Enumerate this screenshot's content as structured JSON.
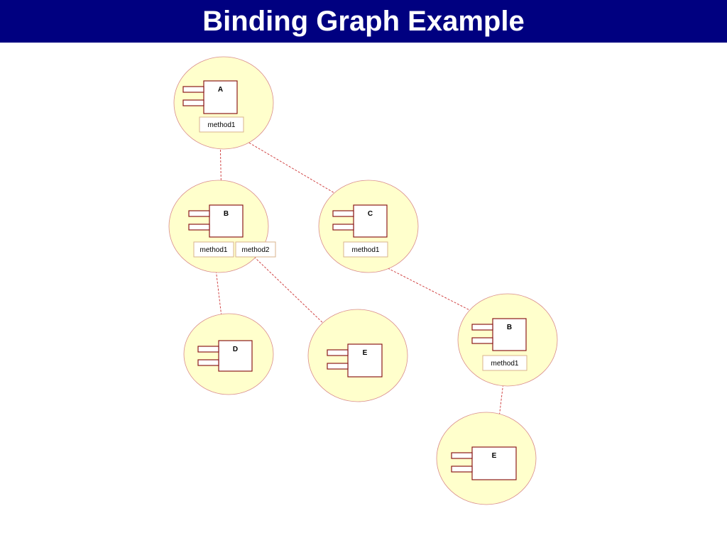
{
  "title": "Binding Graph Example",
  "colors": {
    "title_bar": "#000080",
    "title_text": "#ffffff",
    "node_fill": "#FFFFCC",
    "component_stroke": "#8B1A1A",
    "edge": "#CC3333"
  },
  "nodes": [
    {
      "id": "a",
      "component": "A",
      "methods": [
        "method1"
      ]
    },
    {
      "id": "b1",
      "component": "B",
      "methods": [
        "method1",
        "method2"
      ]
    },
    {
      "id": "c",
      "component": "C",
      "methods": [
        "method1"
      ]
    },
    {
      "id": "d",
      "component": "D",
      "methods": []
    },
    {
      "id": "e1",
      "component": "E",
      "methods": []
    },
    {
      "id": "b2",
      "component": "B",
      "methods": [
        "method1"
      ]
    },
    {
      "id": "e2",
      "component": "E",
      "methods": []
    }
  ],
  "edges": [
    {
      "from": "a.method1",
      "to": "b1"
    },
    {
      "from": "a.method1",
      "to": "c"
    },
    {
      "from": "b1.method1",
      "to": "d"
    },
    {
      "from": "b1.method2",
      "to": "e1"
    },
    {
      "from": "c.method1",
      "to": "b2"
    },
    {
      "from": "b2.method1",
      "to": "e2"
    }
  ]
}
